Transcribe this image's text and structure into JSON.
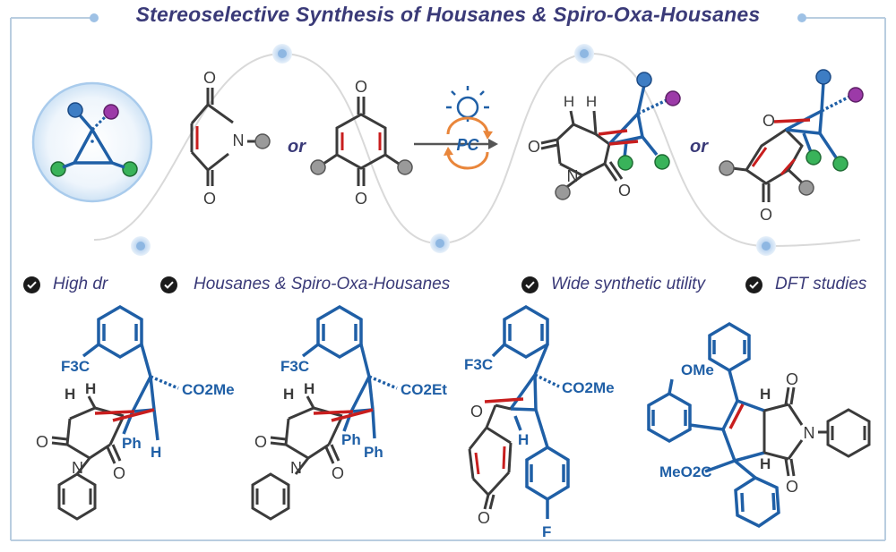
{
  "title": "Stereoselective Synthesis of Housanes & Spiro-Oxa-Housanes",
  "scheme": {
    "maleimide_N": "N",
    "maleimide_O1": "O",
    "maleimide_O2": "O",
    "or1": "or",
    "quinone_O1": "O",
    "quinone_O2": "O",
    "catalyst": "PC",
    "housane_H1": "H",
    "housane_H2": "H",
    "housane_O1": "O",
    "housane_O2": "O",
    "housane_N": "N",
    "or2": "or",
    "spiro_O1": "O",
    "spiro_O2": "O"
  },
  "features": [
    {
      "label": "High dr"
    },
    {
      "label": "Housanes & Spiro-Oxa-Housanes"
    },
    {
      "label": "Wide synthetic utility"
    },
    {
      "label": "DFT studies"
    }
  ],
  "examples": {
    "ex1": {
      "cf3": "F3C",
      "ester": "CO2Me",
      "H1": "H",
      "H2": "H",
      "ph": "Ph",
      "H3": "H",
      "O1": "O",
      "O2": "O",
      "N": "N"
    },
    "ex2": {
      "cf3": "F3C",
      "ester": "CO2Et",
      "H1": "H",
      "H2": "H",
      "ph1": "Ph",
      "ph2": "Ph",
      "O1": "O",
      "O2": "O",
      "N": "N"
    },
    "ex3": {
      "cf3": "F3C",
      "ester": "CO2Me",
      "O1": "O",
      "H": "H",
      "O2": "O",
      "F": "F"
    },
    "ex4": {
      "ome": "OMe",
      "H1": "H",
      "H2": "H",
      "O1": "O",
      "O2": "O",
      "N": "N",
      "ester": "MeO2C"
    }
  },
  "colors": {
    "accent": "#1f5fa6",
    "title": "#3a3a78",
    "frame": "#b9cde0",
    "red_bond": "#c81e1e",
    "orange": "#e9863b",
    "ball_blue": "#2e6fb5",
    "ball_purple": "#8e2f9b",
    "ball_green": "#2aa84a",
    "ball_gray": "#8a8a8a"
  }
}
